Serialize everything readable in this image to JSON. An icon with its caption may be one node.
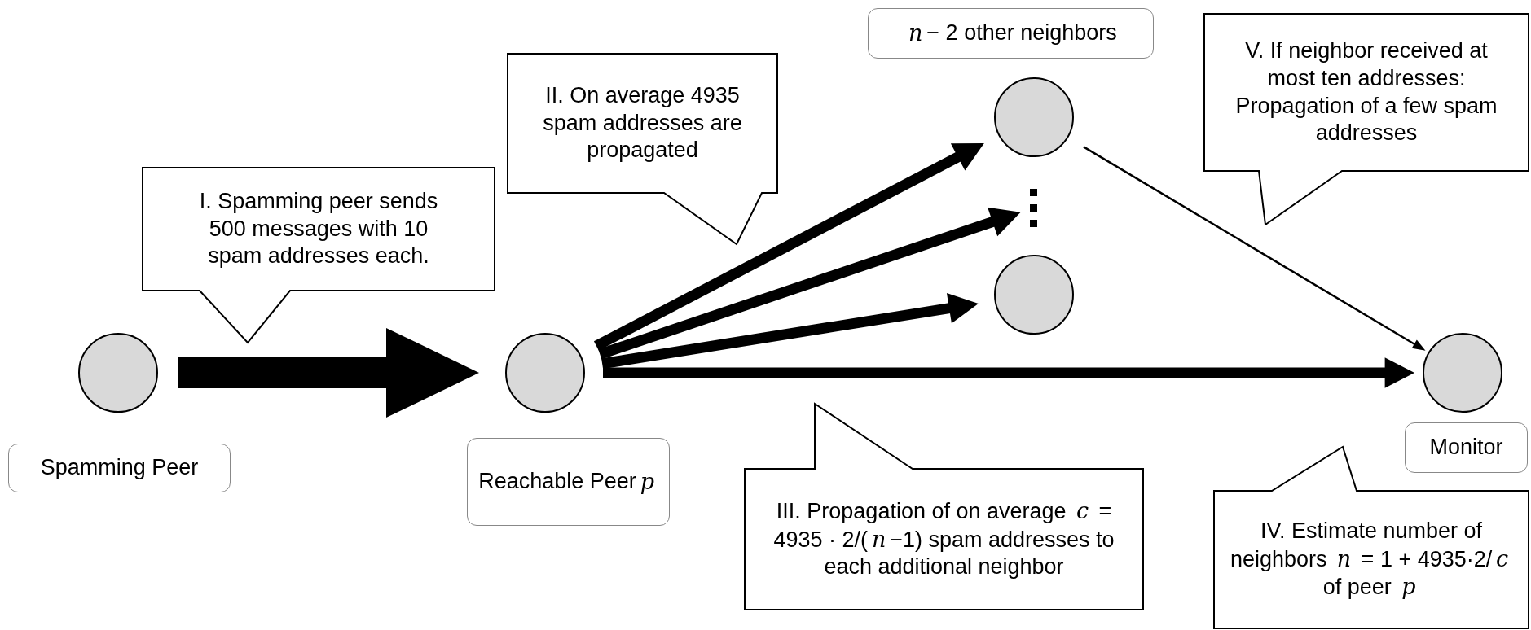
{
  "diagram": {
    "nodes": [
      {
        "text": [
          "*n* − 2 other neighbors"
        ]
      },
      {
        "text": [
          "II. On average 4935 spam addresses are propagated"
        ]
      },
      {
        "text": [
          "V. If neighbor received at most ten addresses: Propagation of a few spam addresses"
        ]
      },
      {
        "text": [],
        "shape": "circle"
      },
      {
        "text": [
          "I. Spamming peer sends 500 messages with 10 spam addresses each."
        ]
      },
      {
        "text": [],
        "shape": "circle"
      },
      {
        "text": [],
        "shape": "circle"
      },
      {
        "text": [],
        "shape": "circle"
      },
      {
        "text": [],
        "shape": "circle"
      },
      {
        "text": [
          "Spamming Peer"
        ]
      },
      {
        "text": [
          "Monitor"
        ]
      },
      {
        "text": [
          "Reachable Peer *p*"
        ]
      },
      {
        "text": [
          "III. Propagation of on average *c* = 4935 · 2/(*n*−1) spam addresses to each additional neighbor"
        ]
      },
      {
        "text": [
          "IV. Estimate number of neighbors *n* = 1 + 4935·2/*c* of peer *p*"
        ]
      },
      {
        "text": [],
        "shape": "ellipsis"
      }
    ],
    "edges": [
      {
        "from": 6,
        "to": 7,
        "arrow": "to",
        "style": "thick"
      },
      {
        "from": 7,
        "to": 3,
        "arrow": "to"
      },
      {
        "from": 7,
        "to": 14,
        "arrow": "to"
      },
      {
        "from": 7,
        "to": 5,
        "arrow": "to"
      },
      {
        "from": 7,
        "to": 8,
        "arrow": "to"
      },
      {
        "from": 3,
        "to": 8,
        "arrow": "to"
      }
    ]
  }
}
